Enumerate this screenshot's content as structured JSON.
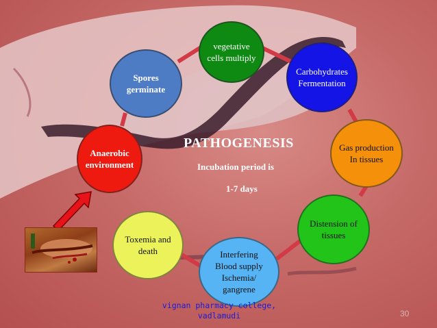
{
  "title": "PATHOGENESIS",
  "incubation": {
    "line1": "Incubation period is",
    "line2": "1-7 days"
  },
  "footer": {
    "line1": "vignan pharmacy college,",
    "line2": "vadlamudi"
  },
  "page_number": "30",
  "nodes": [
    {
      "id": "vegetative",
      "text": "vegetative\ncells multiply",
      "fill": "#0e8a12",
      "text_color": "#ffffff"
    },
    {
      "id": "carbohydrates",
      "text": "Carbohydrates\nFermentation",
      "fill": "#1414e6",
      "text_color": "#ffffff"
    },
    {
      "id": "gas",
      "text": "Gas production\nIn tissues",
      "fill": "#f5900a",
      "text_color": "#111111"
    },
    {
      "id": "distension",
      "text": "Distension of\ntissues",
      "fill": "#22c41a",
      "text_color": "#111111"
    },
    {
      "id": "interfering",
      "text": "Interfering\nBlood supply\nIschemia/\ngangrene",
      "fill": "#56b4f4",
      "text_color": "#111111"
    },
    {
      "id": "toxemia",
      "text": "Toxemia and\ndeath",
      "fill": "#ecf25a",
      "text_color": "#111111"
    },
    {
      "id": "anaerobic",
      "text": "Anaerobic\nenvironment",
      "fill": "#ee1a10",
      "text_color": "#ffffff"
    },
    {
      "id": "spores",
      "text": "Spores\ngerminate",
      "fill": "#4e7cc4",
      "text_color": "#ffffff"
    }
  ],
  "colors": {
    "connector": "#d23a46",
    "arrow": "#e8121a",
    "arrow_outline": "#7a0000"
  }
}
